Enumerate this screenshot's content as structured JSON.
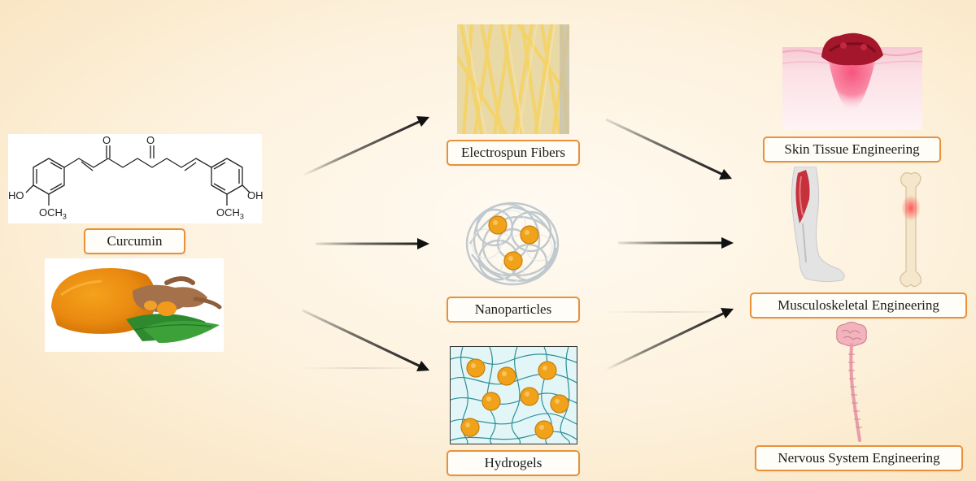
{
  "source": {
    "label": "Curcumin",
    "atoms": {
      "oh": "HO",
      "oh_right": "OH",
      "oxygen": "O",
      "methoxy_base": "OCH",
      "methoxy_sub": "3"
    }
  },
  "delivery_systems": [
    {
      "id": "electrospun",
      "label": "Electrospun Fibers"
    },
    {
      "id": "nanoparticles",
      "label": "Nanoparticles"
    },
    {
      "id": "hydrogels",
      "label": "Hydrogels"
    }
  ],
  "applications": [
    {
      "id": "skin",
      "label": "Skin Tissue Engineering"
    },
    {
      "id": "musculoskeletal",
      "label": "Musculoskeletal Engineering"
    },
    {
      "id": "nervous",
      "label": "Nervous System Engineering"
    }
  ],
  "colors": {
    "label_border": "#e8913a",
    "particle": "#f0a21a",
    "fiber": "#f2d266",
    "arrow": "#111111"
  }
}
